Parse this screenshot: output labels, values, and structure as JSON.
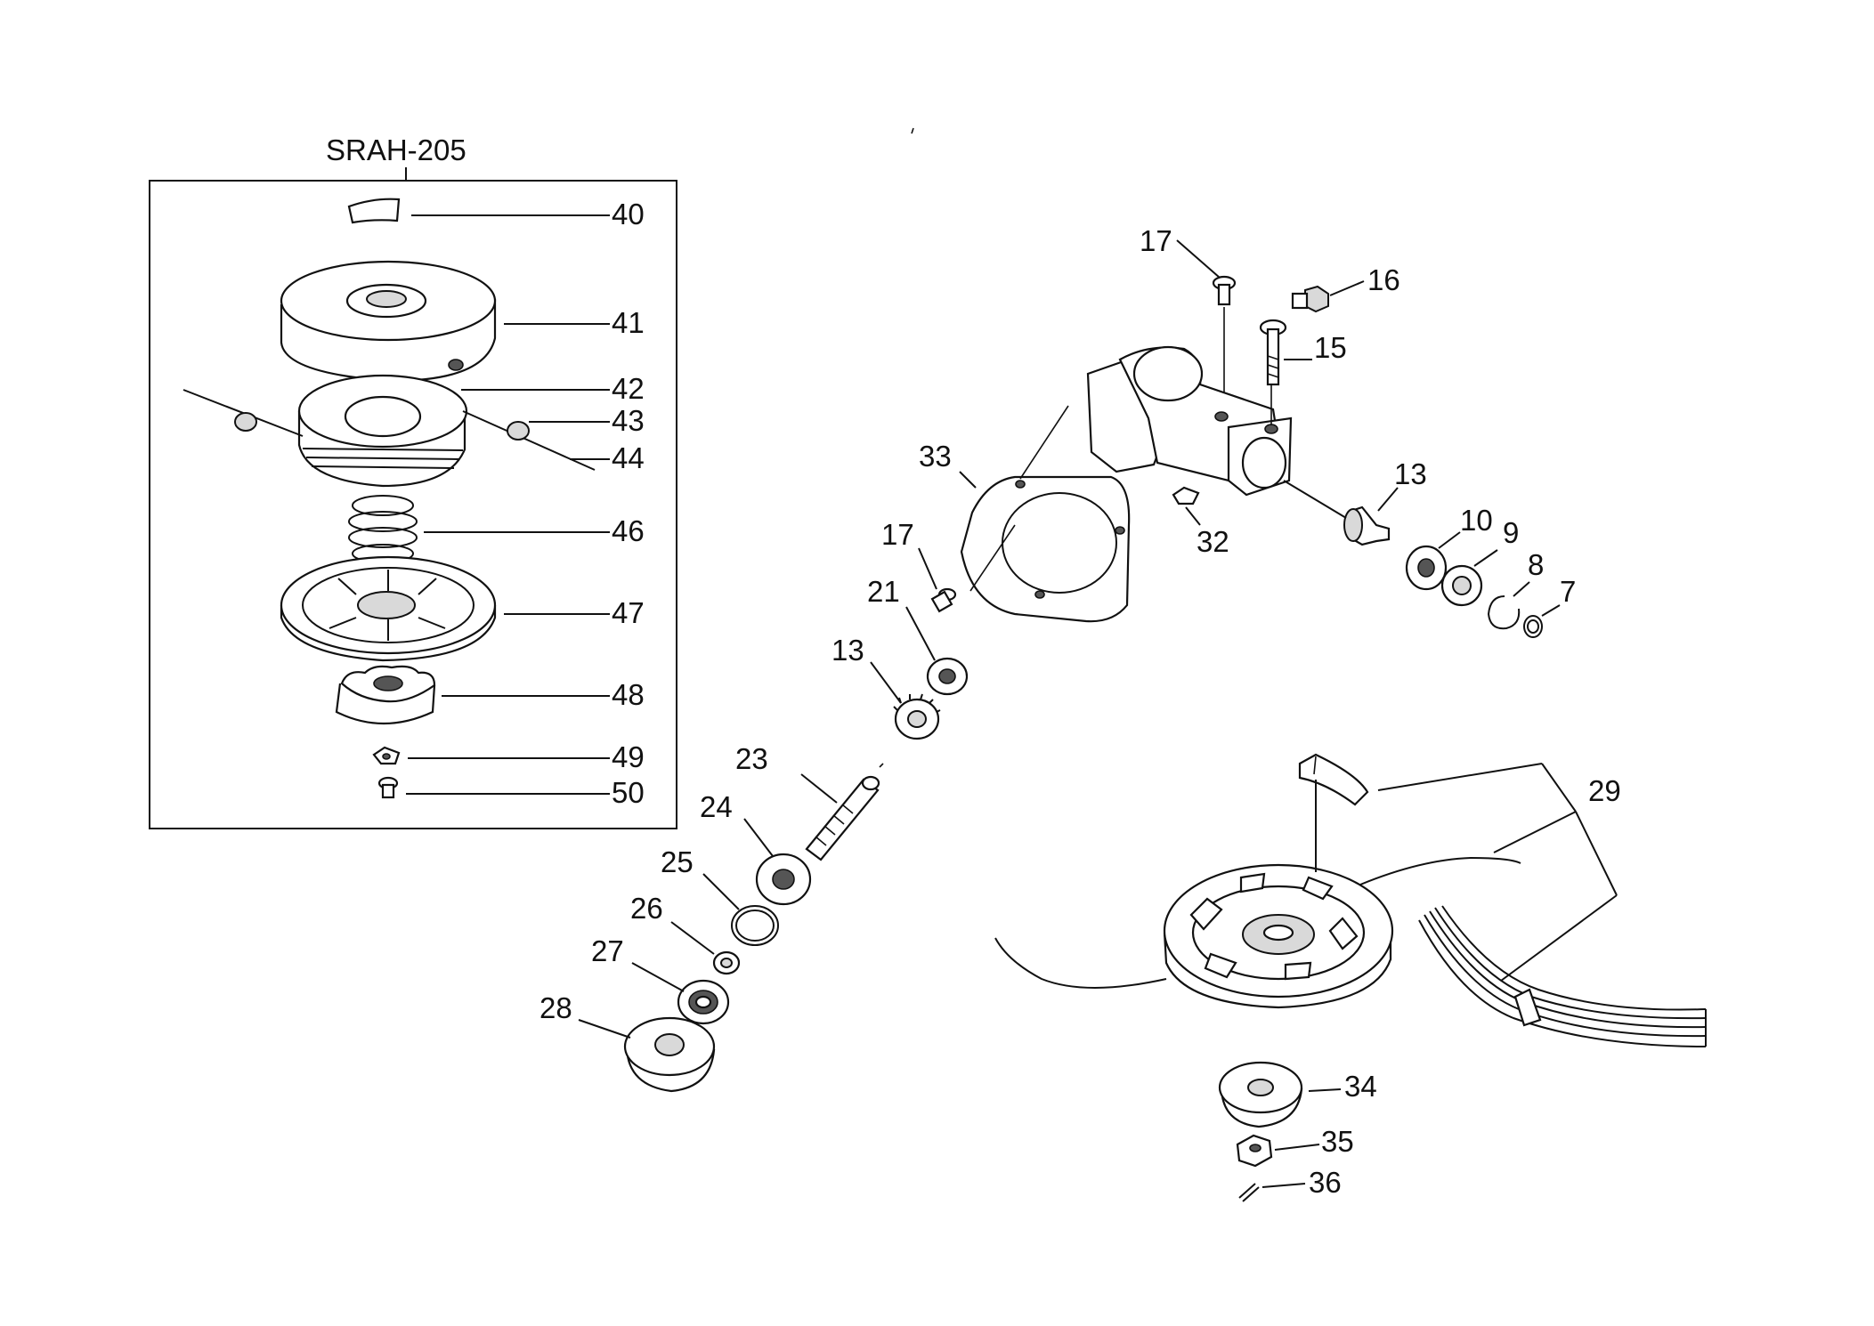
{
  "diagram": {
    "kit_title": "SRAH-205",
    "callouts": {
      "c40": "40",
      "c41": "41",
      "c42": "42",
      "c43": "43",
      "c44": "44",
      "c46": "46",
      "c47": "47",
      "c48": "48",
      "c49": "49",
      "c50": "50",
      "c17a": "17",
      "c16": "16",
      "c15": "15",
      "c13a": "13",
      "c10": "10",
      "c9": "9",
      "c8": "8",
      "c7": "7",
      "c33": "33",
      "c32": "32",
      "c17b": "17",
      "c21": "21",
      "c13b": "13",
      "c23": "23",
      "c24": "24",
      "c25": "25",
      "c26": "26",
      "c27": "27",
      "c28": "28",
      "c29": "29",
      "c34": "34",
      "c35": "35",
      "c36": "36"
    }
  }
}
